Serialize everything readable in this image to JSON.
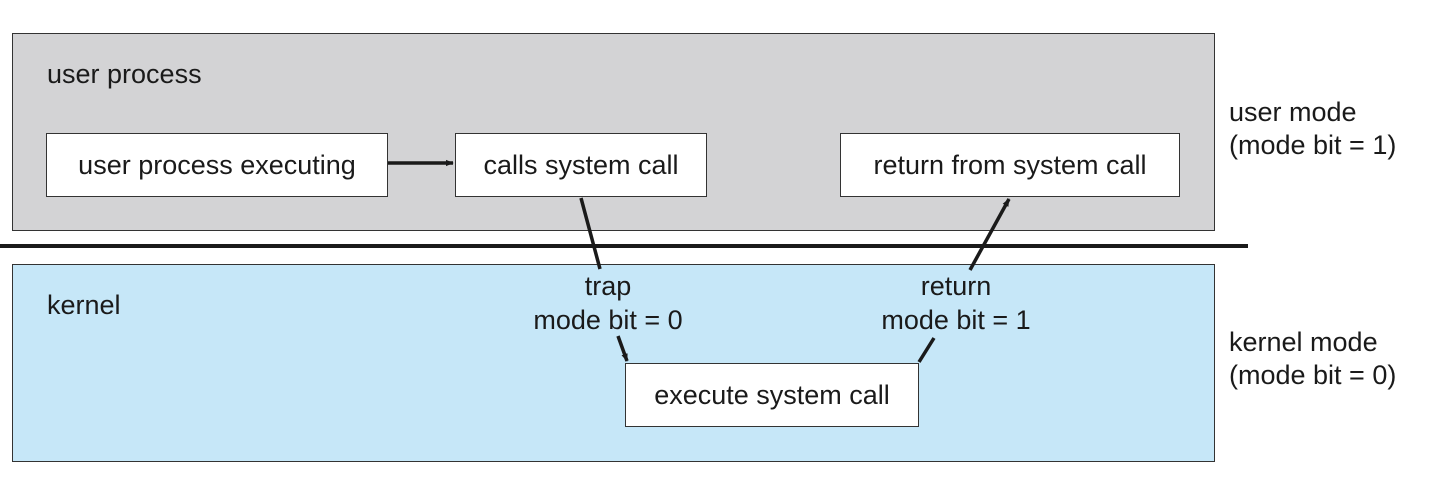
{
  "regions": {
    "user": {
      "label": "user process"
    },
    "kernel": {
      "label": "kernel"
    }
  },
  "boxes": {
    "user_exec": "user process executing",
    "calls": "calls system call",
    "return_from": "return from system call",
    "execute": "execute system call"
  },
  "transitions": {
    "trap": {
      "line1": "trap",
      "line2": "mode bit = 0"
    },
    "return": {
      "line1": "return",
      "line2": "mode bit = 1"
    }
  },
  "modes": {
    "user": {
      "line1": "user mode",
      "line2": "(mode bit = 1)"
    },
    "kernel": {
      "line1": "kernel mode",
      "line2": "(mode bit = 0)"
    }
  },
  "colors": {
    "user_region": "#d3d3d5",
    "kernel_region": "#c6e7f8",
    "stroke": "#1a1a1a"
  }
}
